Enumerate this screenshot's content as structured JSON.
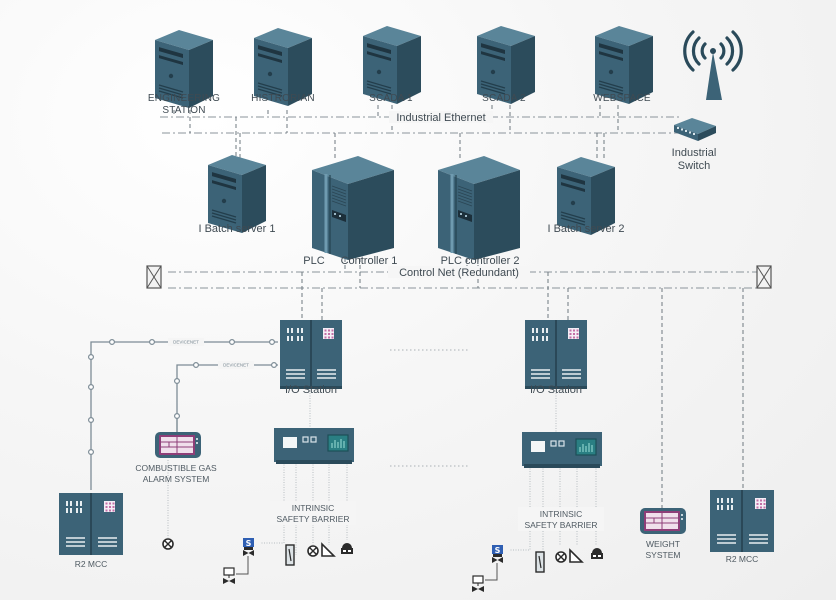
{
  "diagram": {
    "colors": {
      "equipment": "#3c6377",
      "equipment_dark": "#2a4a5a",
      "equipment_light": "#4f7a8e",
      "hmi_accent": "#8e3e78",
      "line": "#8b949b",
      "text": "#3f4a52",
      "background": "#f4f4f4"
    },
    "enterprise_nodes": [
      {
        "id": "eng",
        "label_lines": [
          "ENGINEERING",
          "STATION"
        ],
        "icon": "tower-server-icon"
      },
      {
        "id": "hist",
        "label_lines": [
          "HISTRORIAN"
        ],
        "icon": "tower-server-icon"
      },
      {
        "id": "scada1",
        "label_lines": [
          "SCADA 1"
        ],
        "icon": "tower-server-icon"
      },
      {
        "id": "scada2",
        "label_lines": [
          "SCADA 2"
        ],
        "icon": "tower-server-icon"
      },
      {
        "id": "web",
        "label_lines": [
          "WEBSPACE"
        ],
        "icon": "tower-server-icon"
      }
    ],
    "wireless": {
      "icon": "wireless-tower-icon"
    },
    "industrial_ethernet": {
      "label": "Industrial Ethernet"
    },
    "industrial_switch": {
      "label_lines": [
        "Industrial",
        "Switch"
      ],
      "icon": "network-switch-icon"
    },
    "control_layer": [
      {
        "id": "batch1",
        "label": "I Batch server 1",
        "icon": "tower-server-icon"
      },
      {
        "id": "plc1",
        "label_lines": [
          "PLC",
          "Controller 1"
        ],
        "icon": "plc-cabinet-icon"
      },
      {
        "id": "plc2",
        "label": "PLC controller 2",
        "icon": "plc-cabinet-icon"
      },
      {
        "id": "batch2",
        "label": "I Batch server 2",
        "icon": "tower-server-icon"
      }
    ],
    "control_net": {
      "label": "Control Net (Redundant)",
      "terminator_icon": "terminator-icon"
    },
    "io_stations": [
      {
        "label": "I/O Station"
      },
      {
        "label": "I/O Station"
      }
    ],
    "devicenet_label": "DEVICENET",
    "safety_barriers": [
      {
        "label_lines": [
          "INTRINSIC",
          "SAFETY BARRIER"
        ]
      },
      {
        "label_lines": [
          "INTRINSIC",
          "SAFETY BARRIER"
        ]
      }
    ],
    "gas_alarm": {
      "label_lines": [
        "COMBUSTIBLE GAS",
        "ALARM SYSTEM"
      ],
      "icon": "hmi-panel-icon"
    },
    "weight_system": {
      "label_lines": [
        "WEIGHT",
        "SYSTEM"
      ],
      "icon": "hmi-panel-icon"
    },
    "mcc": [
      {
        "label": "R2 MCC",
        "icon": "mcc-cabinet-icon"
      },
      {
        "label": "R2 MCC",
        "icon": "mcc-cabinet-icon"
      }
    ],
    "field_devices": [
      "solenoid-valve-icon",
      "control-valve-icon",
      "flow-meter-icon",
      "lamp-indicator-icon",
      "level-transmitter-icon",
      "pressure-transmitter-icon"
    ]
  }
}
